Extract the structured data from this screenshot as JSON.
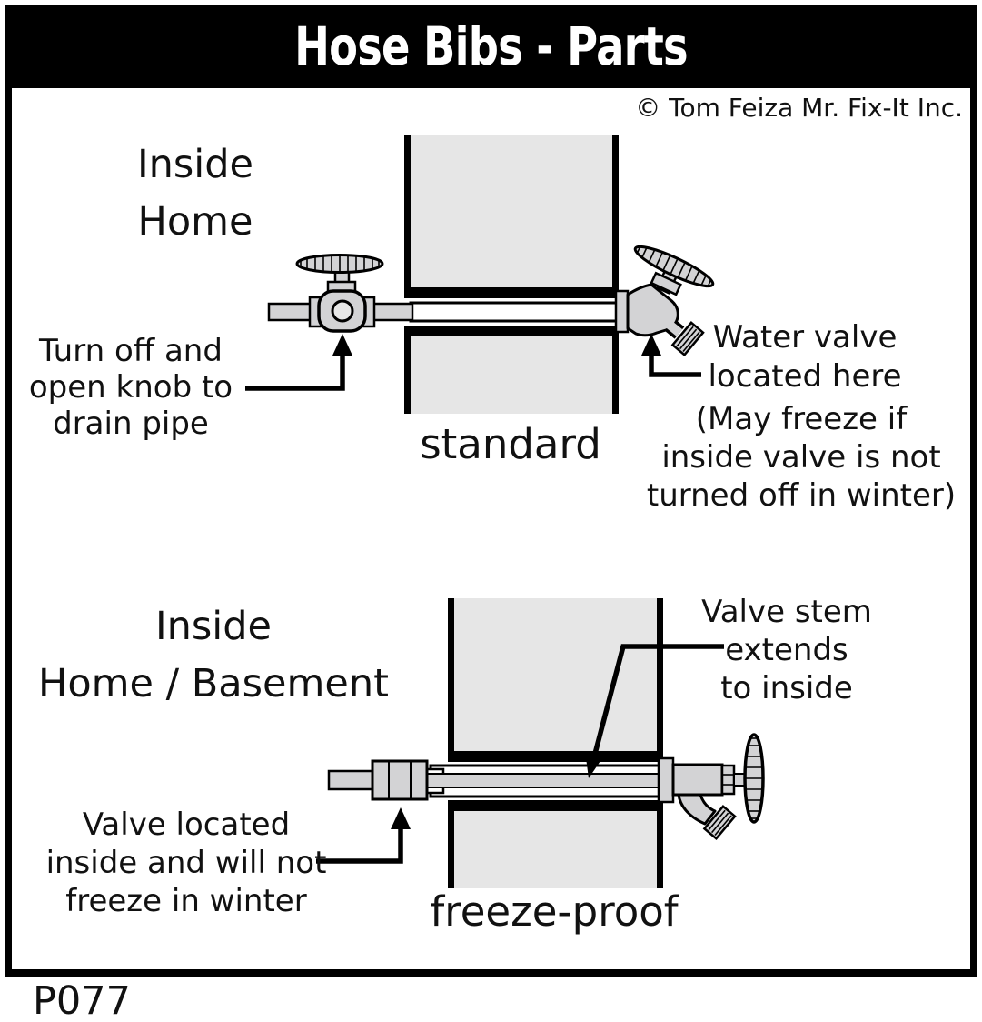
{
  "header": {
    "title": "Hose Bibs - Parts",
    "copyright": "© Tom Feiza Mr. Fix-It Inc."
  },
  "footer": {
    "code": "P077"
  },
  "colors": {
    "wall_fill": "#e6e6e6",
    "metal_fill": "#d3d3d5",
    "line": "#000000",
    "paper": "#ffffff",
    "title_bg": "#000000",
    "title_text": "#ffffff"
  },
  "diagram_standard": {
    "location": {
      "line1": "Inside",
      "line2": "Home"
    },
    "drain_note": {
      "line1": "Turn off and",
      "line2": "open knob to",
      "line3": "drain pipe"
    },
    "type_label": "standard",
    "valve_note": {
      "line1": "Water valve",
      "line2": "located here"
    },
    "freeze_note": {
      "line1": "(May freeze if",
      "line2": "inside valve is not",
      "line3": "turned off in winter)"
    }
  },
  "diagram_freezeproof": {
    "location": {
      "line1": "Inside",
      "line2": "Home / Basement"
    },
    "stem_note": {
      "line1": "Valve stem",
      "line2": "extends",
      "line3": "to inside"
    },
    "valve_note": {
      "line1": "Valve located",
      "line2": "inside and will not",
      "line3": "freeze in winter"
    },
    "type_label": "freeze-proof"
  }
}
